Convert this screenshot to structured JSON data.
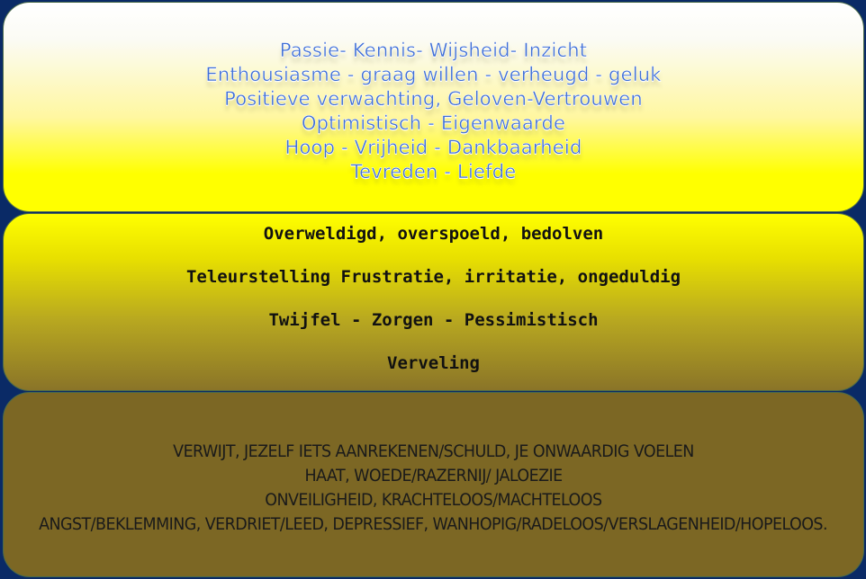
{
  "diagram": {
    "top_panel": {
      "lines": [
        "Passie- Kennis- Wijsheid- Inzicht",
        "Enthousiasme - graag willen - verheugd - geluk",
        "Positieve verwachting, Geloven-Vertrouwen",
        "Optimistisch - Eigenwaarde",
        "Hoop - Vrijheid - Dankbaarheid",
        "Tevreden - Liefde"
      ],
      "text_color": "#3f6fd6"
    },
    "middle_panel": {
      "lines": [
        "Overweldigd, overspoeld, bedolven",
        "Teleurstelling Frustratie, irritatie, ongeduldig",
        "Twijfel - Zorgen - Pessimistisch",
        "Verveling"
      ],
      "text_color": "#111111"
    },
    "bottom_panel": {
      "lines": [
        "Verwijt, jezelf iets aanrekenen/schuld, je onwaardig voelen",
        "Haat, woede/razernij/ jaloezie",
        "Onveiligheid, krachteloos/machteloos",
        "Angst/beklemming, verdriet/leed, depressief, wanhopig/radeloos/verslagenheid/hopeloos."
      ],
      "text_color": "#1a1a1a",
      "background": "#7c6724"
    },
    "background_color": "#0a2a66"
  }
}
